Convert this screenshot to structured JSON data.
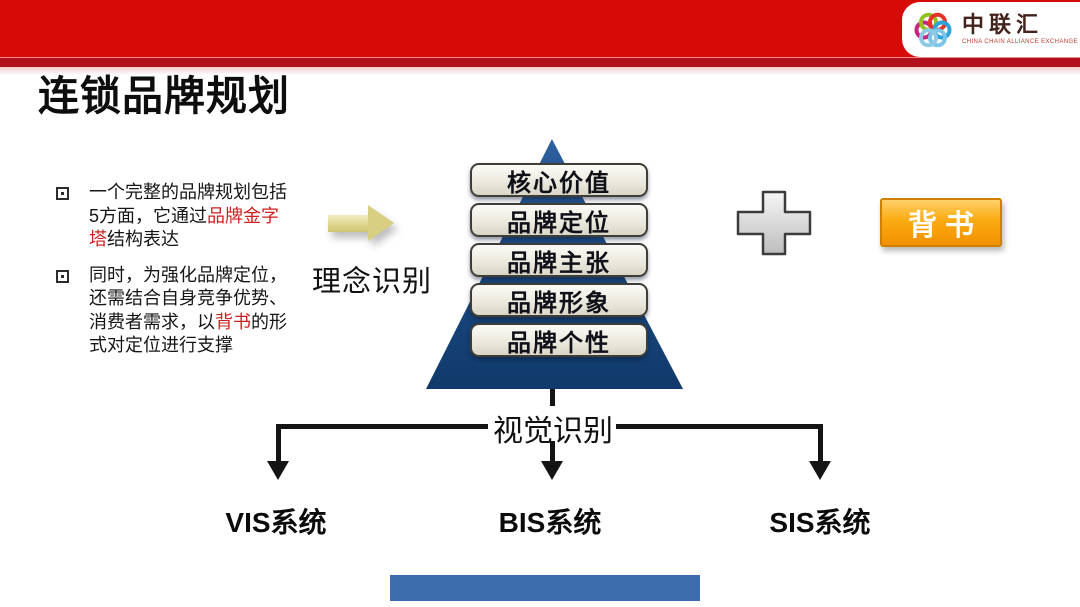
{
  "slide": {
    "title": "连锁品牌规划"
  },
  "header": {
    "logo_name": "中联汇",
    "logo_subtitle": "CHINA CHAIN ALLIANCE EXCHANGE",
    "logo_icon": "flower-rings-logo",
    "logo_icon_colors": [
      "#c4257e",
      "#94c11f",
      "#e63329",
      "#2fa3d9",
      "#7cc5ea",
      "#8ecae6"
    ],
    "bar_color": "#d60b07",
    "bar_strip_color": "#b2101d"
  },
  "bullets": [
    {
      "pre": "一个完整的品牌规划包括5方面，它通过",
      "highlight": "品牌金字塔",
      "post": "结构表达"
    },
    {
      "pre": "同时，为强化品牌定位，还需结合自身竞争优势、消费者需求，以",
      "highlight": "背书",
      "post": "的形式对定位进行支撑"
    }
  ],
  "diagram": {
    "concept_label": "理念识别",
    "visual_label": "视觉识别",
    "plus_symbol": "+",
    "endorsement_label": "背书",
    "pyramid_levels": [
      "核心价值",
      "品牌定位",
      "品牌主张",
      "品牌形象",
      "品牌个性"
    ],
    "systems": [
      "VIS系统",
      "BIS系统",
      "SIS系统"
    ]
  },
  "colors": {
    "highlight_red": "#cc1f1f",
    "pyramid_blue": "#16406f",
    "endorsement_orange": "#f5a00d",
    "arrow_yellow": "#ddd489",
    "connector_black": "#141414",
    "footer_blue": "#3d6dac"
  }
}
